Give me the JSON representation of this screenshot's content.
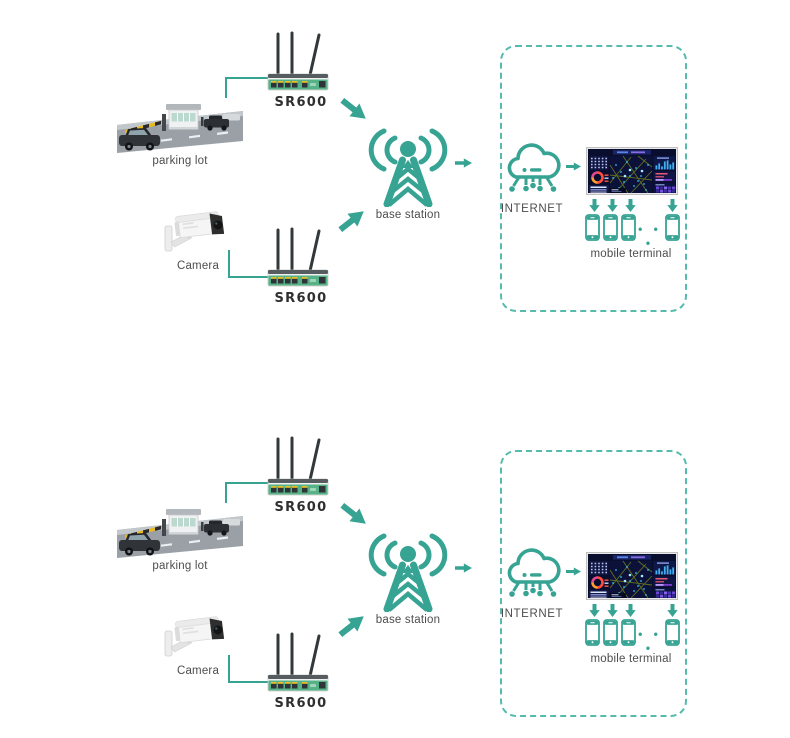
{
  "colors": {
    "accent_teal": "#36a393",
    "zone_border_teal": "#55bbac",
    "label_gray": "#4d4d4d",
    "router_green": "#57b287",
    "screen_navy": "#0a0e2e"
  },
  "diagram": {
    "labels": {
      "parking_lot": "parking lot",
      "camera": "Camera",
      "router_model": "SR600",
      "base_station": "base station",
      "internet": "INTERNET",
      "mobile_terminal": "mobile terminal"
    },
    "ellipsis": "• • •",
    "icons": {
      "parking_lot": "parking-lot-photo",
      "camera": "cctv-camera-icon",
      "router": "router-icon",
      "base_station": "radio-tower-icon",
      "internet": "cloud-network-icon",
      "monitor": "dashboard-screen",
      "phone": "smartphone-icon",
      "arrow": "arrow-icon",
      "down_arrow": "down-arrow-icon"
    }
  }
}
